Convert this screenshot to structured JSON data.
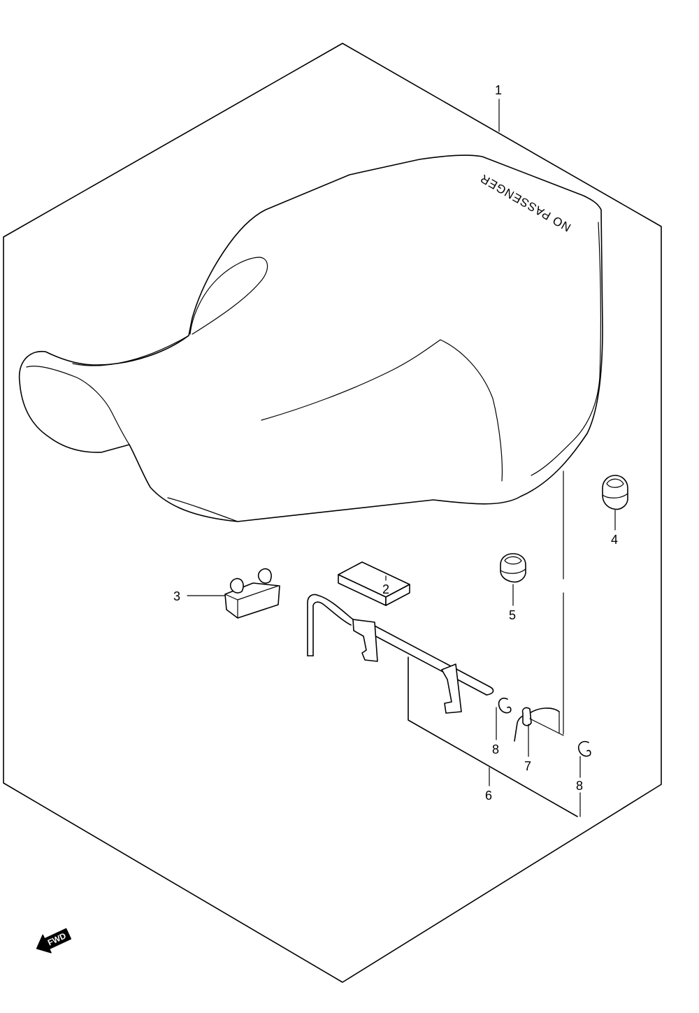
{
  "diagram": {
    "stamp_text": "NO PASSENGER",
    "fwd_label": "FWD",
    "callouts": [
      {
        "id": "c1",
        "label": "1"
      },
      {
        "id": "c2",
        "label": "2"
      },
      {
        "id": "c3",
        "label": "3"
      },
      {
        "id": "c4",
        "label": "4"
      },
      {
        "id": "c5",
        "label": "5"
      },
      {
        "id": "c6",
        "label": "6"
      },
      {
        "id": "c7",
        "label": "7"
      },
      {
        "id": "c8a",
        "label": "8"
      },
      {
        "id": "c8b",
        "label": "8"
      }
    ]
  }
}
